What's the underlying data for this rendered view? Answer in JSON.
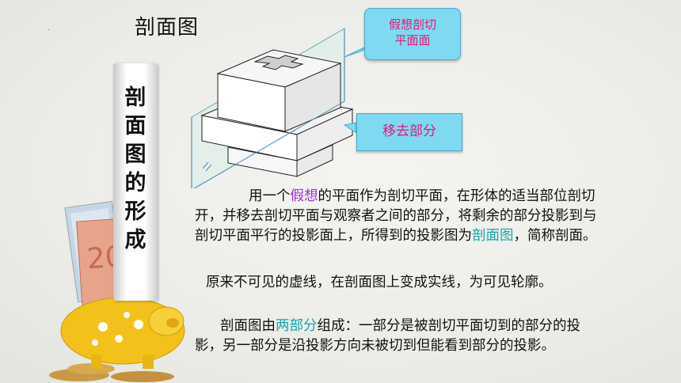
{
  "page": {
    "title": "剖面图",
    "dot": "."
  },
  "pillar": {
    "chars": [
      "剖",
      "面",
      "图",
      "的",
      "形",
      "成"
    ]
  },
  "callouts": {
    "cut_plane_line1": "假想剖切",
    "cut_plane_line2": "平面面",
    "removed_part": "移去部分"
  },
  "paragraphs": {
    "p1_a": "用一个",
    "p1_highlight": "假想",
    "p1_b": "的平面作为剖切平面，在形体的适当部位剖切开，并移去剖切平面与观察者之间的部分，将剩余的部分投影到与剖切平面平行的投影面上，所得到的投影图为",
    "p1_highlight2": "剖面图",
    "p1_c": "，简称剖面。",
    "p2": "原来不可见的虚线，在剖面图上变成实线，为可见轮廓。",
    "p3_a": "剖面图由",
    "p3_highlight": "两部分",
    "p3_b": "组成：一部分是被剖切平面切到的部分的投影，另一部分是沿投影方向未被切到但能看到部分的投影。"
  },
  "colors": {
    "callout_bg": "#7fd9f0",
    "callout_text": "#e0197a",
    "highlight_purple": "#9b36d8",
    "highlight_teal": "#14a6a6"
  }
}
